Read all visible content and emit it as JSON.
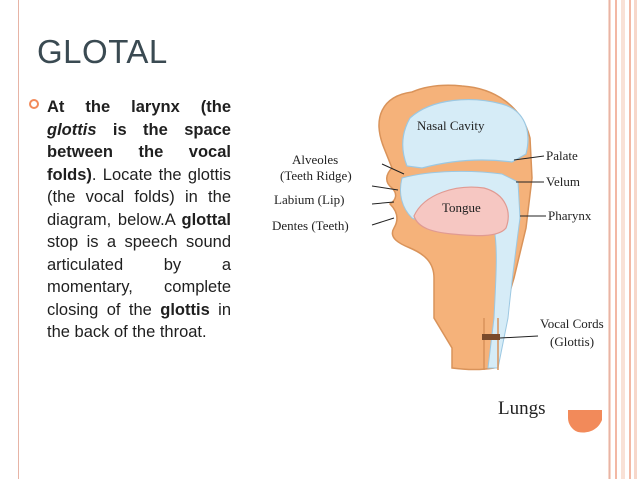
{
  "slide": {
    "title": "GLOTAL",
    "paragraph": {
      "p1": "At the larynx (the ",
      "p1_italic": "glottis",
      "p1b": " is the space between the vocal folds)",
      "p2": ". Locate the glottis (the vocal folds) in the diagram, below.A ",
      "p3": "glottal",
      "p4": " stop is a speech sound articulated by a momentary, complete closing of the ",
      "p5": "glottis",
      "p6": " in the back of the throat."
    }
  },
  "diagram": {
    "labels": {
      "nasal_cavity": "Nasal Cavity",
      "palate": "Palate",
      "alveoles": "Alveoles",
      "teeth_ridge": "(Teeth Ridge)",
      "velum": "Velum",
      "labium": "Labium (Lip)",
      "tongue": "Tongue",
      "pharynx": "Pharynx",
      "dentes": "Dentes (Teeth)",
      "vocal_cords": "Vocal Cords",
      "glottis": "(Glottis)",
      "lungs": "Lungs"
    }
  },
  "colors": {
    "accent": "#f28a5a",
    "skin": "#f5b27a",
    "cavity": "#d6ecf7",
    "tongue": "#f6c7c2",
    "title": "#3a4a52"
  }
}
